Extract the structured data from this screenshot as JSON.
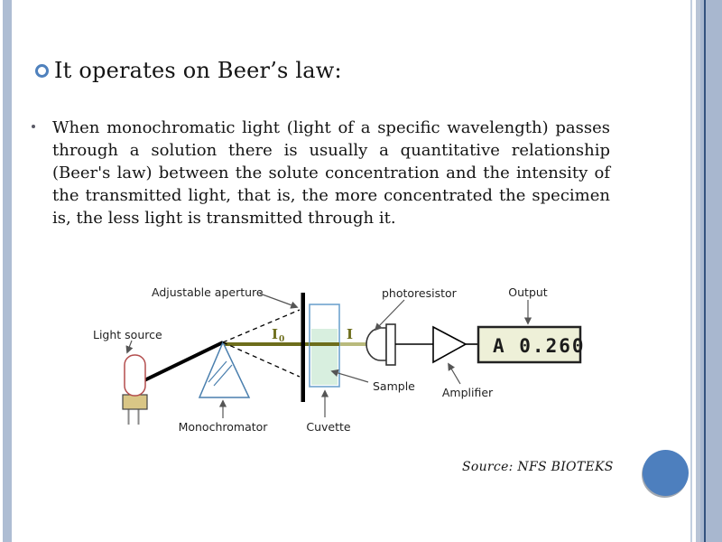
{
  "slide": {
    "heading": "It operates on Beer’s law:",
    "body_paragraph": "When monochromatic light (light of a specific wavelength) passes through a solution there is usually a quantitative relationship (Beer's law) between the solute concentration and the intensity of the transmitted light, that is, the more concentrated the specimen is, the less light is transmitted through it.",
    "source_credit": "Source: NFS BIOTEKS"
  },
  "diagram": {
    "labels": {
      "light_source": "Light source",
      "adjustable_aperture": "Adjustable aperture",
      "monochromator": "Monochromator",
      "cuvette": "Cuvette",
      "sample": "Sample",
      "photoresistor": "photoresistor",
      "amplifier": "Amplifier",
      "output": "Output"
    },
    "beam": {
      "incident_symbol": "I",
      "incident_subscript": "0",
      "transmitted_symbol": "I"
    },
    "display_reading": "A 0.260"
  },
  "colors": {
    "accent_blue": "#4d7fbe",
    "bullet_ring": "#4f81bd",
    "left_bar": "#aebdd3",
    "right_band": "#a8b7cf",
    "right_band_line": "#33517e",
    "beam_incident": "#6d6d1b",
    "beam_transmitted": "#b9ba7c",
    "cuvette_liquid": "#d8efdf",
    "cuvette_outline": "#6fa3cf",
    "display_background": "#eef0d8",
    "prism_outline": "#4a7fae",
    "bulb_outline": "#b34d4d",
    "bulb_base_fill": "#d9c686"
  }
}
